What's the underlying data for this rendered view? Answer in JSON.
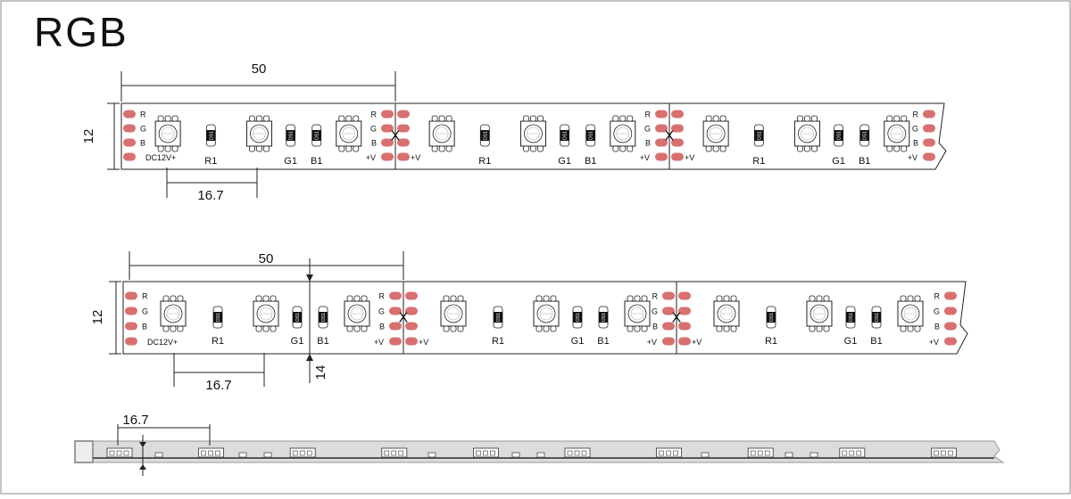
{
  "title": "RGB",
  "colors": {
    "pad": "#d97070",
    "line": "#222222",
    "frame": "#888888",
    "profile_fill": "#dcdcdc",
    "profile_stroke": "#999999"
  },
  "pads": {
    "r": "R",
    "g": "G",
    "b": "B",
    "v": "+V",
    "input": "DC12V+"
  },
  "resistor_labels": {
    "r1": "R1",
    "g1": "G1",
    "b1": "B1"
  },
  "resistor_marking": "DS1",
  "cut_mark": "X",
  "strip1": {
    "dim_segment": "50",
    "dim_height": "12",
    "dim_pitch": "16.7"
  },
  "strip2": {
    "dim_segment": "50",
    "dim_height": "12",
    "dim_pitch": "16.7",
    "dim_width": "14"
  },
  "profile": {
    "dim_pitch": "16.7"
  }
}
